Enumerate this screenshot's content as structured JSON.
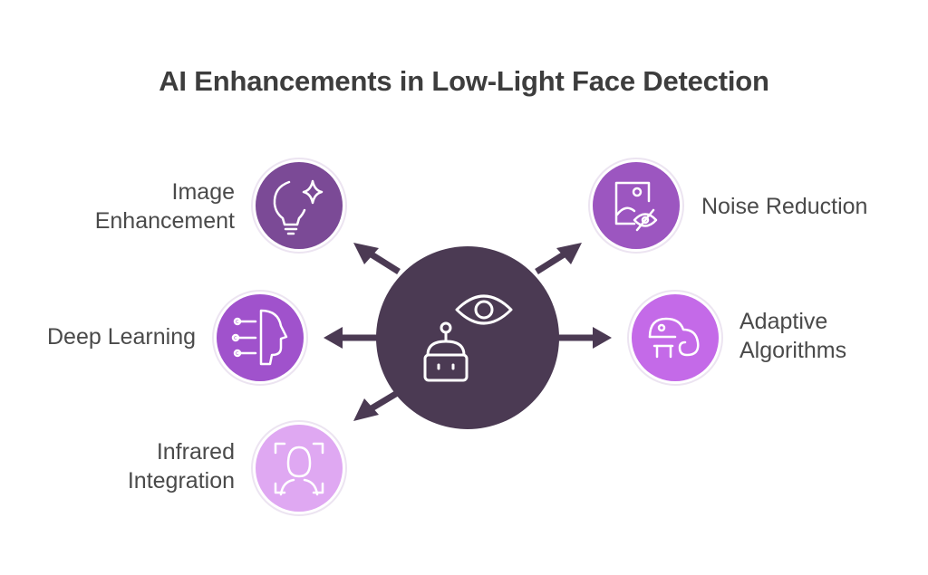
{
  "title": "AI Enhancements in Low-Light Face Detection",
  "colors": {
    "hub": "#4b3a53",
    "image_enhancement": "#7b4a96",
    "noise_reduction": "#9c56c0",
    "deep_learning": "#a052cc",
    "adaptive_algorithms": "#c46ae8",
    "infrared_integration": "#dfa8f2",
    "arrow": "#4b3a53",
    "text": "#4a4a4a"
  },
  "hub": {
    "icons": [
      "eye-icon",
      "robot-icon"
    ]
  },
  "nodes": [
    {
      "id": "image_enhancement",
      "lines": [
        "Image",
        "Enhancement"
      ],
      "icon": "lightbulb-sparkle-icon"
    },
    {
      "id": "noise_reduction",
      "lines": [
        "Noise Reduction"
      ],
      "icon": "image-hidden-icon"
    },
    {
      "id": "deep_learning",
      "lines": [
        "Deep Learning"
      ],
      "icon": "ai-head-icon"
    },
    {
      "id": "adaptive_algorithms",
      "lines": [
        "Adaptive",
        "Algorithms"
      ],
      "icon": "chameleon-icon"
    },
    {
      "id": "infrared_integration",
      "lines": [
        "Infrared",
        "Integration"
      ],
      "icon": "face-scan-icon"
    }
  ]
}
